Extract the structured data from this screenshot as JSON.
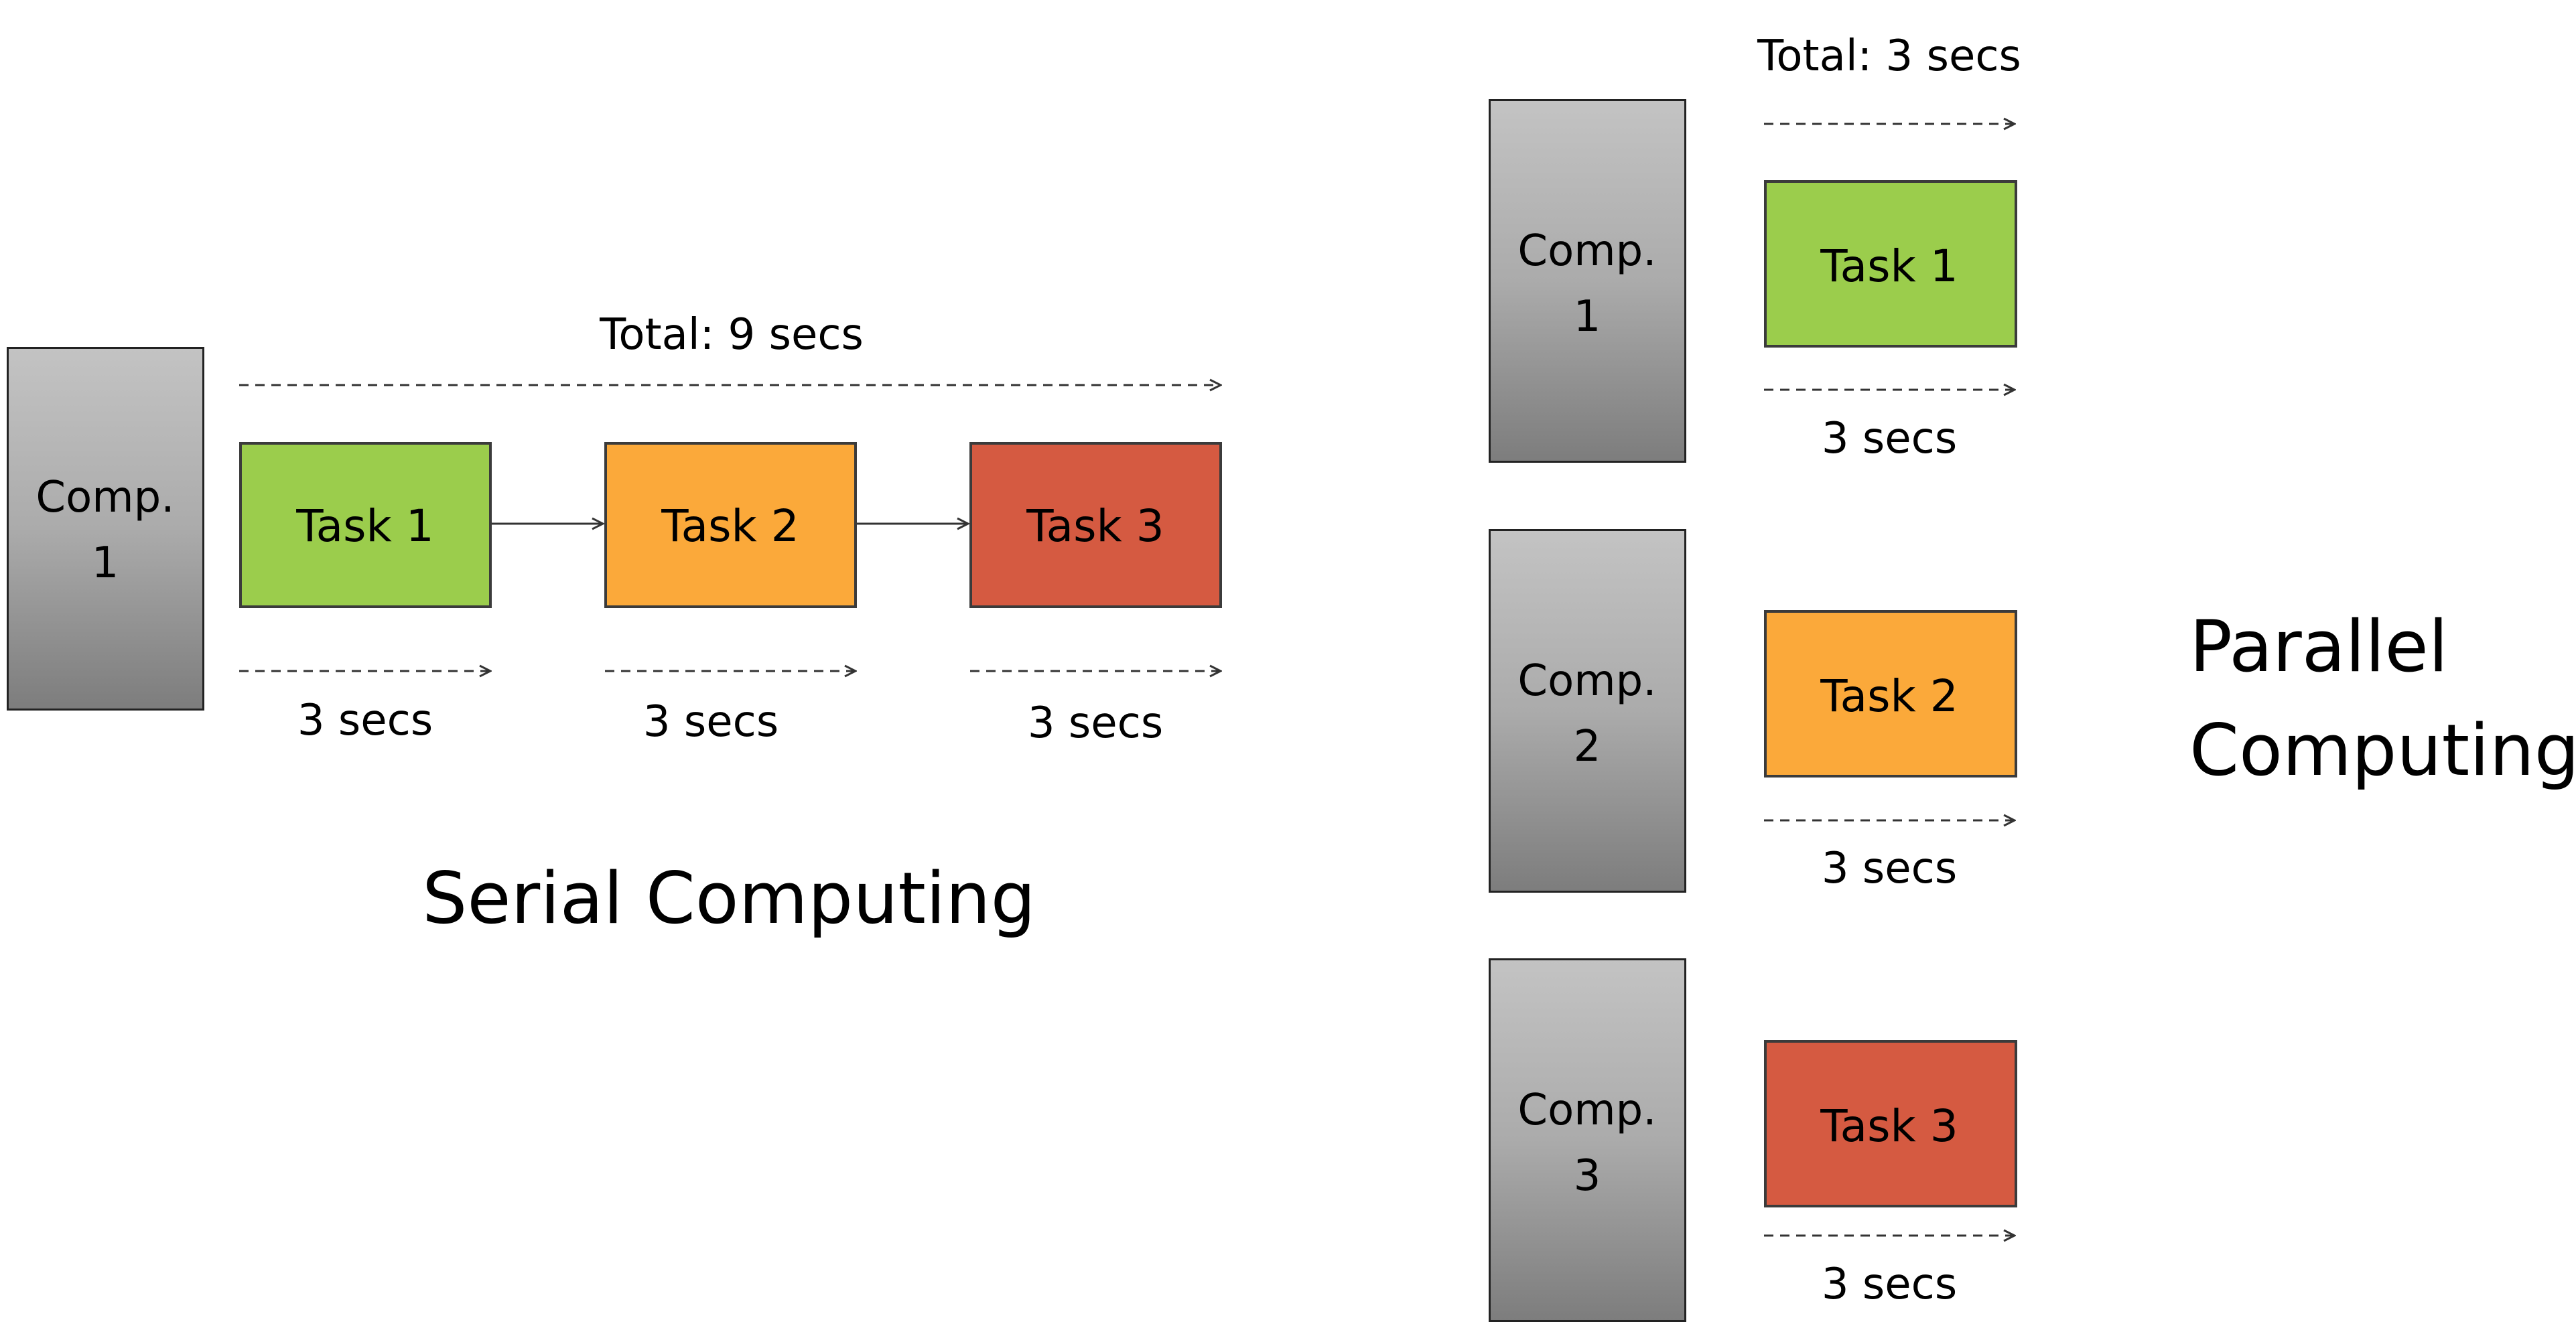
{
  "colors": {
    "task1": "#9bcd4c",
    "task2": "#fba93a",
    "task3": "#d55a41",
    "stroke": "#333333"
  },
  "serial": {
    "title": "Serial Computing",
    "computer": {
      "line1": "Comp.",
      "line2": "1"
    },
    "total": "Total: 9 secs",
    "tasks": [
      {
        "label": "Task 1",
        "duration": "3 secs"
      },
      {
        "label": "Task 2",
        "duration": "3 secs"
      },
      {
        "label": "Task 3",
        "duration": "3 secs"
      }
    ]
  },
  "parallel": {
    "title_line1": "Parallel",
    "title_line2": "Computing",
    "total": "Total: 3 secs",
    "rows": [
      {
        "computer": {
          "line1": "Comp.",
          "line2": "1"
        },
        "task": "Task 1",
        "duration": "3 secs"
      },
      {
        "computer": {
          "line1": "Comp.",
          "line2": "2"
        },
        "task": "Task 2",
        "duration": "3 secs"
      },
      {
        "computer": {
          "line1": "Comp.",
          "line2": "3"
        },
        "task": "Task 3",
        "duration": "3 secs"
      }
    ]
  }
}
